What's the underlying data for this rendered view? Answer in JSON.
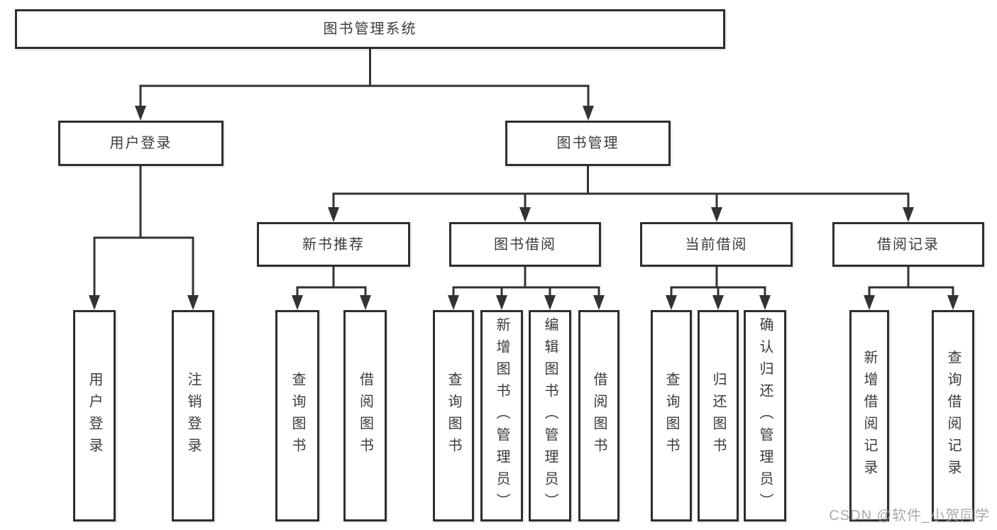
{
  "tree": {
    "label": "图书管理系统",
    "children": [
      {
        "label": "用户登录",
        "children": [
          {
            "label": "用户登录"
          },
          {
            "label": "注销登录"
          }
        ]
      },
      {
        "label": "图书管理",
        "children": [
          {
            "label": "新书推荐",
            "children": [
              {
                "label": "查询图书"
              },
              {
                "label": "借阅图书"
              }
            ]
          },
          {
            "label": "图书借阅",
            "children": [
              {
                "label": "查询图书"
              },
              {
                "label": "新增图书（管理员）"
              },
              {
                "label": "编辑图书（管理员）"
              },
              {
                "label": "借阅图书"
              }
            ]
          },
          {
            "label": "当前借阅",
            "children": [
              {
                "label": "查询图书"
              },
              {
                "label": "归还图书"
              },
              {
                "label": "确认归还（管理员）"
              }
            ]
          },
          {
            "label": "借阅记录",
            "children": [
              {
                "label": "新增借阅记录"
              },
              {
                "label": "查询借阅记录"
              }
            ]
          }
        ]
      }
    ]
  },
  "watermark": {
    "text": "CSDN @软件_小贺同学"
  },
  "colors": {
    "background": "#ffffff",
    "box_border": "#2e2e2e",
    "connector_line": "#333333",
    "text": "#3b3b3b",
    "watermark_text": "#969ca3"
  }
}
